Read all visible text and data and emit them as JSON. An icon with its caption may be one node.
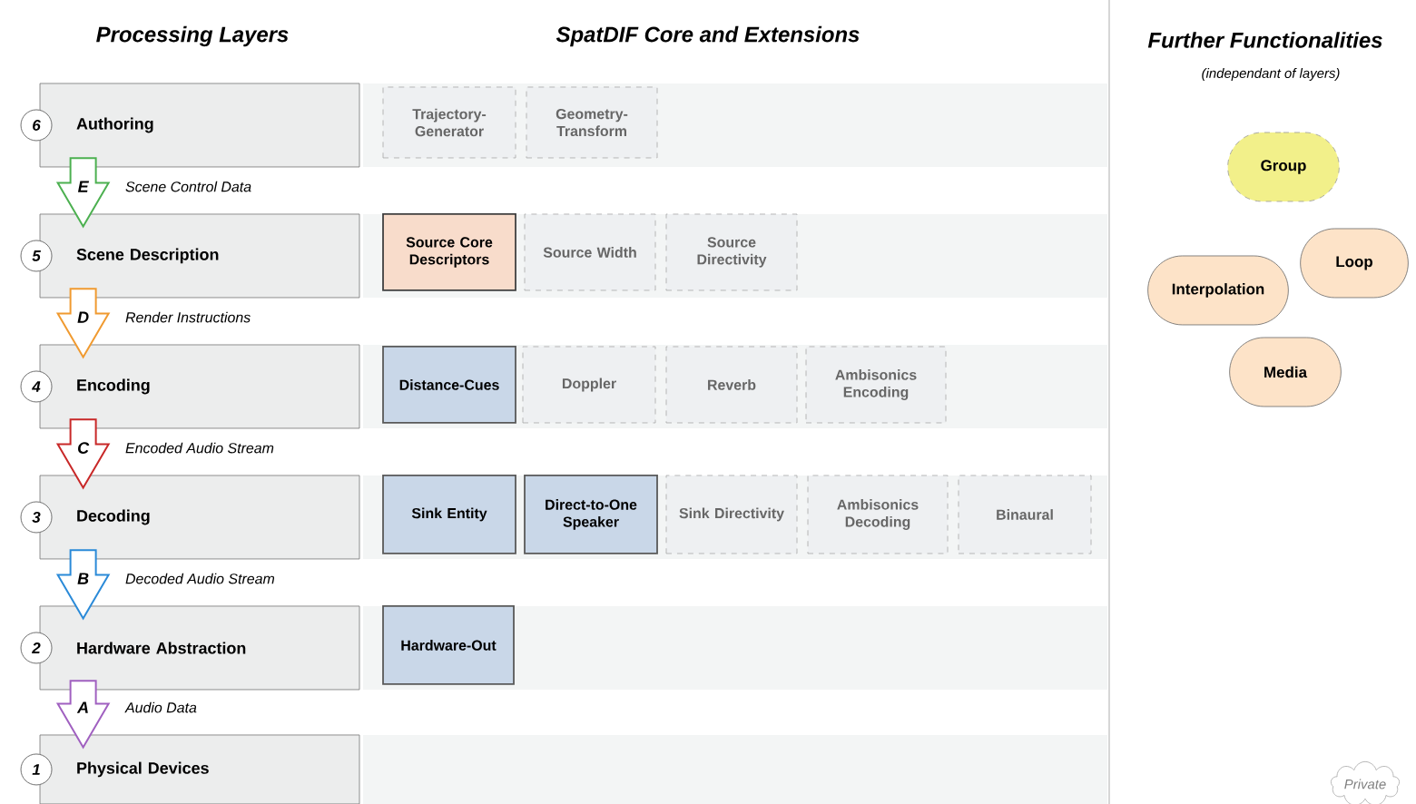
{
  "diagram": {
    "nodes": [
      {
        "text": [
          "Authoring"
        ],
        "beside": [
          "6"
        ]
      },
      {
        "text": [
          "Scene Description"
        ],
        "beside": [
          "5"
        ]
      },
      {
        "text": [
          "Encoding"
        ],
        "beside": [
          "4"
        ]
      },
      {
        "text": [
          "Decoding"
        ],
        "beside": [
          "3"
        ]
      },
      {
        "text": [
          "Hardware Abstraction"
        ],
        "beside": [
          "2"
        ]
      },
      {
        "text": [
          "Physical Devices"
        ],
        "beside": [
          "1"
        ]
      },
      {
        "text": [
          "Trajectory-Generator"
        ]
      },
      {
        "text": [
          "Geometry-Transform"
        ]
      },
      {
        "text": [
          "Source Core Descriptors"
        ]
      },
      {
        "text": [
          "Source Width"
        ]
      },
      {
        "text": [
          "Source Directivity"
        ]
      },
      {
        "text": [
          "Distance-Cues"
        ]
      },
      {
        "text": [
          "Doppler"
        ]
      },
      {
        "text": [
          "Reverb"
        ]
      },
      {
        "text": [
          "Ambisonics Encoding"
        ]
      },
      {
        "text": [
          "Sink Entity"
        ]
      },
      {
        "text": [
          "Direct-to-One Speaker"
        ]
      },
      {
        "text": [
          "Sink Directivity"
        ]
      },
      {
        "text": [
          "Ambisonics Decoding"
        ]
      },
      {
        "text": [
          "Binaural"
        ]
      },
      {
        "text": [
          "Hardware-Out"
        ]
      },
      {
        "text": [
          "Group"
        ]
      },
      {
        "text": [
          "Loop"
        ]
      },
      {
        "text": [
          "Interpolation"
        ]
      },
      {
        "text": [
          "Media"
        ]
      },
      {
        "text": [
          "Private"
        ]
      }
    ],
    "edges": [
      {
        "from": 0,
        "to": 1,
        "arrow": "to",
        "label": "Scene Control Data",
        "color": "#4cb050"
      },
      {
        "from": 1,
        "to": 2,
        "arrow": "to",
        "label": "Render Instructions",
        "color": "#f09a30"
      },
      {
        "from": 2,
        "to": 3,
        "arrow": "to",
        "label": "Encoded Audio Stream",
        "color": "#c82828"
      },
      {
        "from": 3,
        "to": 4,
        "arrow": "to",
        "label": "Decoded Audio Stream",
        "color": "#2a8ad8"
      },
      {
        "from": 4,
        "to": 5,
        "arrow": "to",
        "label": "Audio Data",
        "color": "#a060c0"
      }
    ],
    "labels": [
      "Processing Layers",
      "SpatDIF Core and Extensions",
      "Further Functionalities",
      "(independant of layers)",
      "E",
      "D",
      "C",
      "B",
      "A"
    ]
  }
}
